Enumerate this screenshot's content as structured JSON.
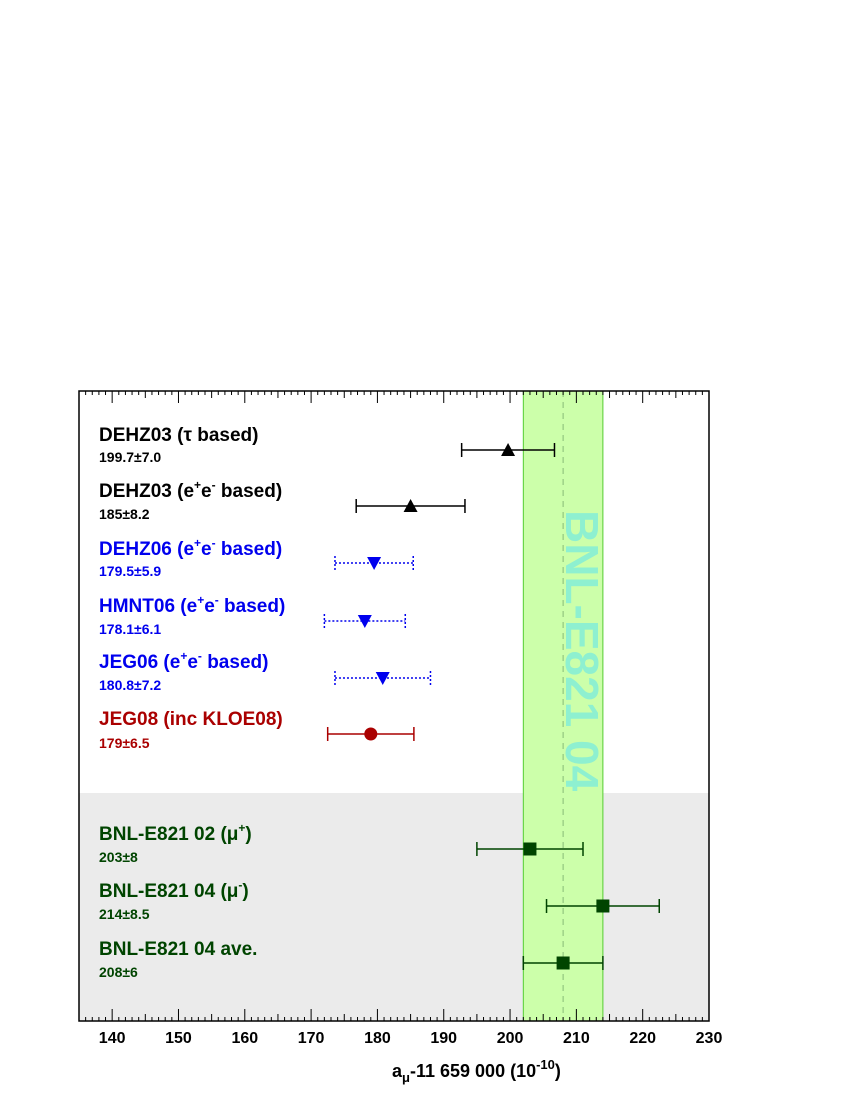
{
  "chart_data": {
    "type": "scatter",
    "xlabel_main": "a",
    "xlabel_sub": "μ",
    "xlabel_rest": "-11 659 000 (10",
    "xlabel_exp": "-10",
    "xlabel_close": ")",
    "xlim": [
      135,
      230
    ],
    "xticks": [
      140,
      150,
      160,
      170,
      180,
      190,
      200,
      210,
      220,
      230
    ],
    "grid": false,
    "band": {
      "label": "BNL-E821 04",
      "xmin": 202,
      "xmax": 214,
      "center": 208,
      "fill_color": "#ccffaa",
      "edge_color": "#55cc33",
      "text_color": "#8ef0d0"
    },
    "shaded_region_color": "#ebebeb",
    "entries": [
      {
        "parts": [
          {
            "t": "DEHZ03 (",
            "s": "n"
          },
          {
            "t": "τ",
            "s": "n"
          },
          {
            "t": " based)",
            "s": "n"
          }
        ],
        "value_label": "199.7±7.0",
        "value": 199.7,
        "error": 7.0,
        "color": "#000000",
        "marker": "triangle-up",
        "line": "solid"
      },
      {
        "parts": [
          {
            "t": "DEHZ03 (e",
            "s": "n"
          },
          {
            "t": "+",
            "s": "sup"
          },
          {
            "t": "e",
            "s": "n"
          },
          {
            "t": "-",
            "s": "sup"
          },
          {
            "t": " based)",
            "s": "n"
          }
        ],
        "value_label": "185±8.2",
        "value": 185,
        "error": 8.2,
        "color": "#000000",
        "marker": "triangle-up",
        "line": "solid"
      },
      {
        "parts": [
          {
            "t": "DEHZ06 (e",
            "s": "n"
          },
          {
            "t": "+",
            "s": "sup"
          },
          {
            "t": "e",
            "s": "n"
          },
          {
            "t": "-",
            "s": "sup"
          },
          {
            "t": " based)",
            "s": "n"
          }
        ],
        "value_label": "179.5±5.9",
        "value": 179.5,
        "error": 5.9,
        "color": "#0000ee",
        "marker": "triangle-down",
        "line": "dotted"
      },
      {
        "parts": [
          {
            "t": "HMNT06 (e",
            "s": "n"
          },
          {
            "t": "+",
            "s": "sup"
          },
          {
            "t": "e",
            "s": "n"
          },
          {
            "t": "-",
            "s": "sup"
          },
          {
            "t": " based)",
            "s": "n"
          }
        ],
        "value_label": "178.1±6.1",
        "value": 178.1,
        "error": 6.1,
        "color": "#0000ee",
        "marker": "triangle-down",
        "line": "dotted"
      },
      {
        "parts": [
          {
            "t": "JEG06 (e",
            "s": "n"
          },
          {
            "t": "+",
            "s": "sup"
          },
          {
            "t": "e",
            "s": "n"
          },
          {
            "t": "-",
            "s": "sup"
          },
          {
            "t": " based)",
            "s": "n"
          }
        ],
        "value_label": "180.8±7.2",
        "value": 180.8,
        "error": 7.2,
        "color": "#0000ee",
        "marker": "triangle-down",
        "line": "dotted"
      },
      {
        "parts": [
          {
            "t": "JEG08 (inc KLOE08)",
            "s": "n"
          }
        ],
        "value_label": "179±6.5",
        "value": 179,
        "error": 6.5,
        "color": "#aa0000",
        "marker": "circle",
        "line": "solid"
      },
      {
        "parts": [
          {
            "t": "BNL-E821 02 (",
            "s": "n"
          },
          {
            "t": "μ",
            "s": "n"
          },
          {
            "t": "+",
            "s": "sup"
          },
          {
            "t": ")",
            "s": "n"
          }
        ],
        "value_label": "203±8",
        "value": 203,
        "error": 8,
        "color": "#004400",
        "marker": "square",
        "line": "solid"
      },
      {
        "parts": [
          {
            "t": "BNL-E821 04 (",
            "s": "n"
          },
          {
            "t": "μ",
            "s": "n"
          },
          {
            "t": "-",
            "s": "sup"
          },
          {
            "t": ")",
            "s": "n"
          }
        ],
        "value_label": "214±8.5",
        "value": 214,
        "error": 8.5,
        "color": "#004400",
        "marker": "square",
        "line": "solid"
      },
      {
        "parts": [
          {
            "t": "BNL-E821 04 ave.",
            "s": "n"
          }
        ],
        "value_label": "208±6",
        "value": 208,
        "error": 6,
        "color": "#004400",
        "marker": "square",
        "line": "solid"
      }
    ]
  }
}
